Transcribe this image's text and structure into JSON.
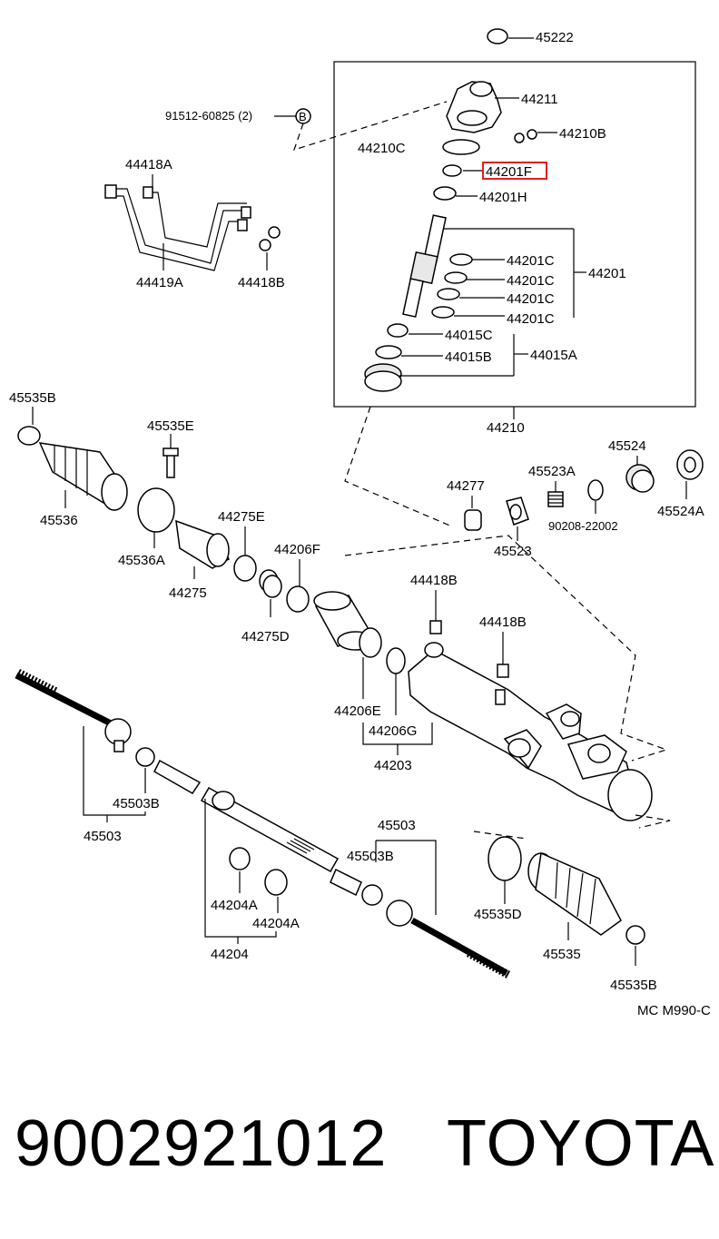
{
  "diagram": {
    "labels": {
      "p45222": "45222",
      "p44211": "44211",
      "p91512": "91512-60825 (2)",
      "bolt_marker": "B",
      "p44210B": "44210B",
      "p44210C": "44210C",
      "p44201F": "44201F",
      "p44201H": "44201H",
      "p44418A": "44418A",
      "p44419A": "44419A",
      "p44418B_top": "44418B",
      "p44201C_1": "44201C",
      "p44201C_2": "44201C",
      "p44201C_3": "44201C",
      "p44201C_4": "44201C",
      "p44201": "44201",
      "p44015C": "44015C",
      "p44015B": "44015B",
      "p44015A": "44015A",
      "p44210": "44210",
      "p45535B_top": "45535B",
      "p45535E": "45535E",
      "p45536": "45536",
      "p45536A": "45536A",
      "p44275E": "44275E",
      "p44275": "44275",
      "p44206F": "44206F",
      "p44275D": "44275D",
      "p44277": "44277",
      "p45523A": "45523A",
      "p45524": "45524",
      "p45524A": "45524A",
      "p90208": "90208-22002",
      "p45523": "45523",
      "p44418B_mid1": "44418B",
      "p44418B_mid2": "44418B",
      "p44206E": "44206E",
      "p44206G": "44206G",
      "p44203": "44203",
      "p45503B_left": "45503B",
      "p45503_left": "45503",
      "p45503_right": "45503",
      "p45503B_right": "45503B",
      "p44204A_1": "44204A",
      "p44204A_2": "44204A",
      "p44204": "44204",
      "p45535D": "45535D",
      "p45535": "45535",
      "p45535B_bottom": "45535B",
      "code": "MC M990-C"
    }
  },
  "footer": {
    "part_number": "9002921012",
    "brand": "TOYOTA"
  },
  "highlight_color": "#e02020"
}
